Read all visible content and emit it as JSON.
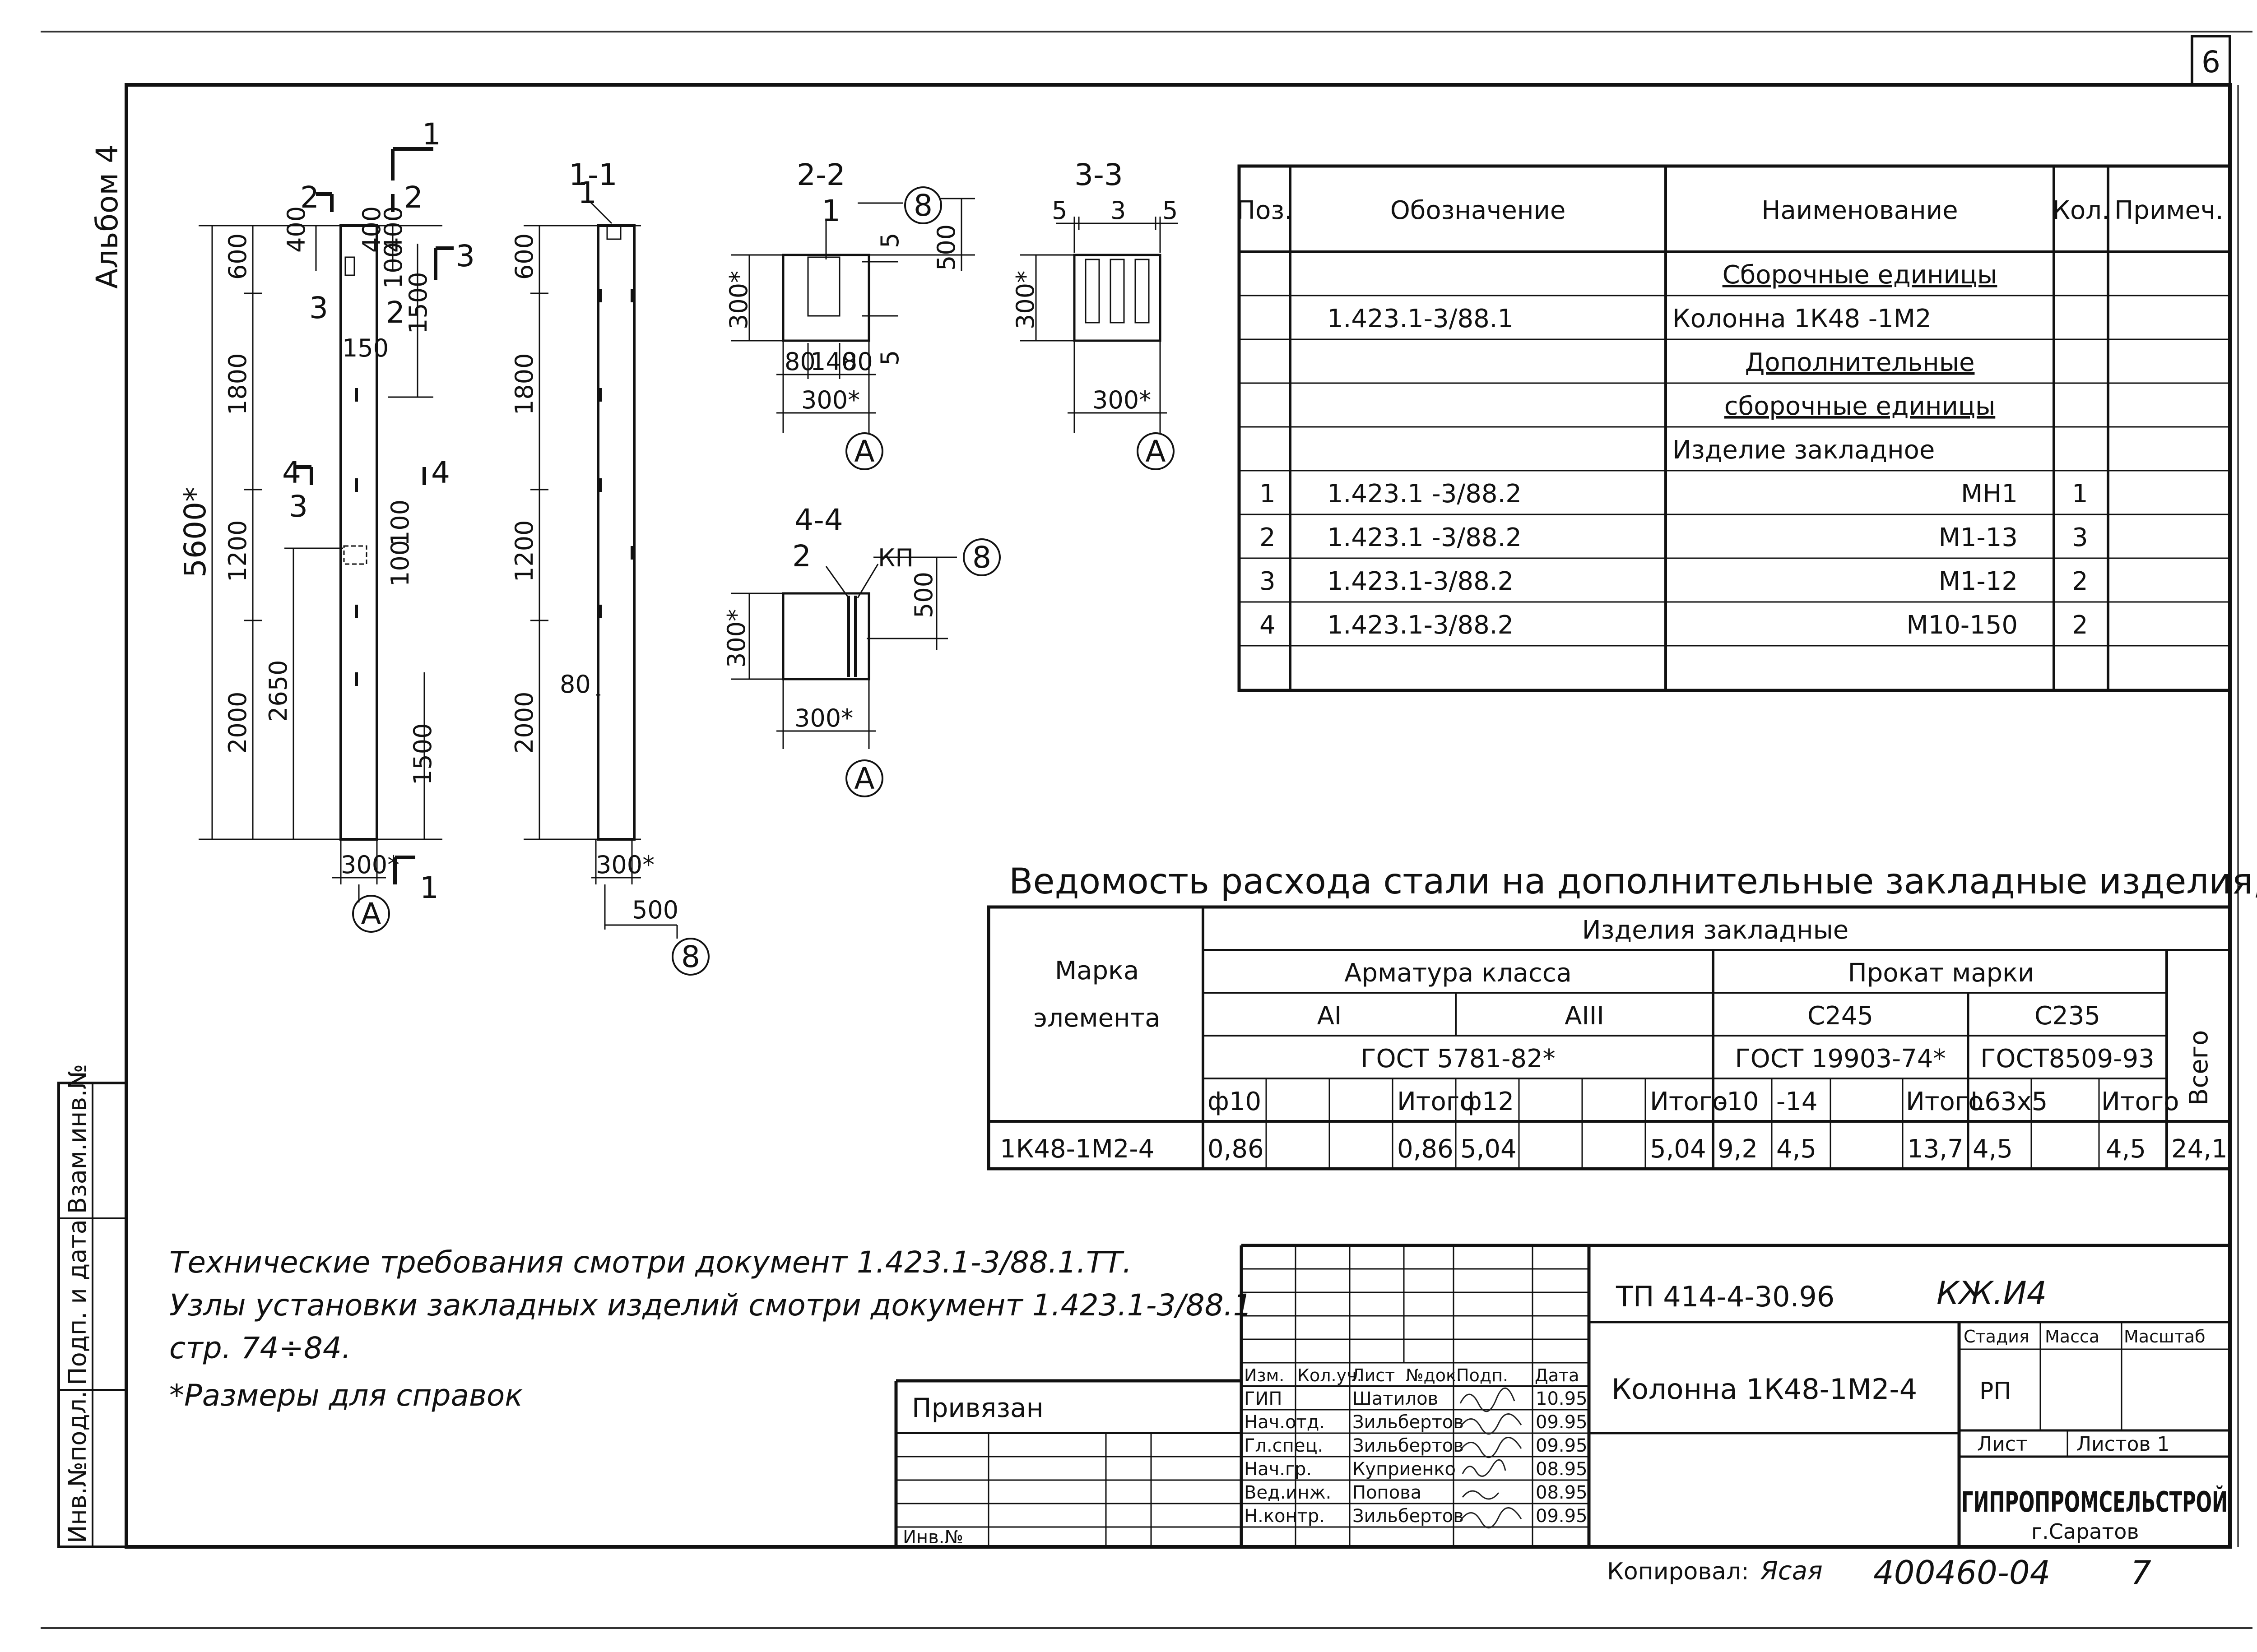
{
  "sheet_number": "6",
  "album_label": "Альбом 4",
  "left_stamp": {
    "inv_podl": "Инв.№подл.",
    "podp_data": "Подп. и дата",
    "vzam_inv": "Взам.инв.№"
  },
  "column_elevation": {
    "section_marks": [
      "1",
      "1",
      "2",
      "2",
      "3",
      "4",
      "4"
    ],
    "dim_total": "5600*",
    "dims_left": [
      "600",
      "1800",
      "1200",
      "2000"
    ],
    "dim_2650": "2650",
    "dims_inner": [
      "400",
      "400",
      "400",
      "100",
      "100",
      "100",
      "150",
      "1500",
      "1500"
    ],
    "callouts": [
      "3",
      "3",
      "2"
    ],
    "width": "300*",
    "axis": "А"
  },
  "section_1_1": {
    "title": "1-1",
    "callout": "1",
    "dims": [
      "600",
      "1800",
      "1200",
      "2000",
      "80"
    ],
    "width": "300*",
    "offset": "500",
    "axis": "8"
  },
  "section_2_2": {
    "title": "2-2",
    "callout": "1",
    "axis_top": "8",
    "dims": [
      "500",
      "5",
      "5",
      "300*",
      "80",
      "140",
      "80",
      "300*"
    ],
    "axis": "А"
  },
  "section_3_3": {
    "title": "3-3",
    "dims": [
      "5",
      "3",
      "5",
      "300*",
      "300*"
    ],
    "axis": "А"
  },
  "section_4_4": {
    "title": "4-4",
    "callouts": [
      "2",
      "КП"
    ],
    "axis_right": "8",
    "dims": [
      "500",
      "300*",
      "300*"
    ],
    "axis": "А"
  },
  "spec_table": {
    "headers": [
      "Поз.",
      "Обозначение",
      "Наименование",
      "Кол.",
      "Примеч."
    ],
    "rows": [
      [
        "",
        "",
        "Сборочные единицы",
        "",
        ""
      ],
      [
        "",
        "1.423.1-3/88.1",
        "Колонна     1К48 -1М2",
        "",
        ""
      ],
      [
        "",
        "",
        "Дополнительные",
        "",
        ""
      ],
      [
        "",
        "",
        "сборочные единицы",
        "",
        ""
      ],
      [
        "",
        "",
        "Изделие закладное",
        "",
        ""
      ],
      [
        "1",
        "1.423.1 -3/88.2",
        "МН1",
        "1",
        ""
      ],
      [
        "2",
        "1.423.1 -3/88.2",
        "М1-13",
        "3",
        ""
      ],
      [
        "3",
        "1.423.1-3/88.2",
        "М1-12",
        "2",
        ""
      ],
      [
        "4",
        "1.423.1-3/88.2",
        "М10-150",
        "2",
        ""
      ],
      [
        "",
        "",
        "",
        "",
        ""
      ]
    ]
  },
  "steel_table": {
    "title": "Ведомость расхода стали на дополнительные закладные изделия, кг",
    "mark_header": [
      "Марка",
      "элемента"
    ],
    "group_header": "Изделия  закладные",
    "armatura": "Арматура  класса",
    "prokat": "Прокат  марки",
    "class_ai": "АI",
    "class_aiii": "АIII",
    "c245": "С245",
    "c235": "С235",
    "gost_a": "ГОСТ 5781-82*",
    "gost_b": "ГОСТ 19903-74*",
    "gost_c": "ГОСТ8509-93",
    "total_header": "Всего",
    "sub_headers": [
      "ф10",
      "",
      "",
      "Итого",
      "ф12",
      "",
      "",
      "Итого",
      "-10",
      "-14",
      "",
      "Итого",
      "L63x5",
      "",
      "Итого"
    ],
    "row_mark": "1К48-1М2-4",
    "row_values": [
      "0,86",
      "",
      "",
      "0,86",
      "5,04",
      "",
      "",
      "5,04",
      "9,2",
      "4,5",
      "",
      "13,7",
      "4,5",
      "",
      "4,5"
    ],
    "row_total": "24,1"
  },
  "notes": [
    "Технические требования смотри документ 1.423.1-3/88.1.ТТ.",
    "Узлы установки закладных изделий смотри документ 1.423.1-3/88.1",
    "стр. 74÷84.",
    "*Размеры для справок"
  ],
  "title_block": {
    "privyazan": "Привязан",
    "inv_no": "Инв.№",
    "headers": [
      "Изм.",
      "Кол.уч.",
      "Лист",
      "№док.",
      "Подп.",
      "Дата"
    ],
    "roles": [
      [
        "ГИП",
        "Шатилов",
        "10.95"
      ],
      [
        "Нач.отд.",
        "Зильбертов",
        "09.95"
      ],
      [
        "Гл.спец.",
        "Зильбертов",
        "09.95"
      ],
      [
        "Нач.гр.",
        "Куприенко",
        "08.95"
      ],
      [
        "Вед.инж.",
        "Попова",
        "08.95"
      ],
      [
        "Н.контр.",
        "Зильбертов",
        "09.95"
      ]
    ],
    "project": "ТП 414-4-30.96",
    "code": "КЖ.И4",
    "name": "Колонна 1К48-1М2-4",
    "stadiya_h": "Стадия",
    "massa_h": "Масса",
    "masshtab_h": "Масштаб",
    "stadiya": "РП",
    "list": "Лист",
    "listov": "Листов 1",
    "org": "ГИПРОПРОМСЕЛЬСТРОЙ",
    "city": "г.Саратов"
  },
  "footer": {
    "copied": "Копировал:",
    "copier": "Ясая",
    "doc_no": "400460-04",
    "page": "7"
  }
}
